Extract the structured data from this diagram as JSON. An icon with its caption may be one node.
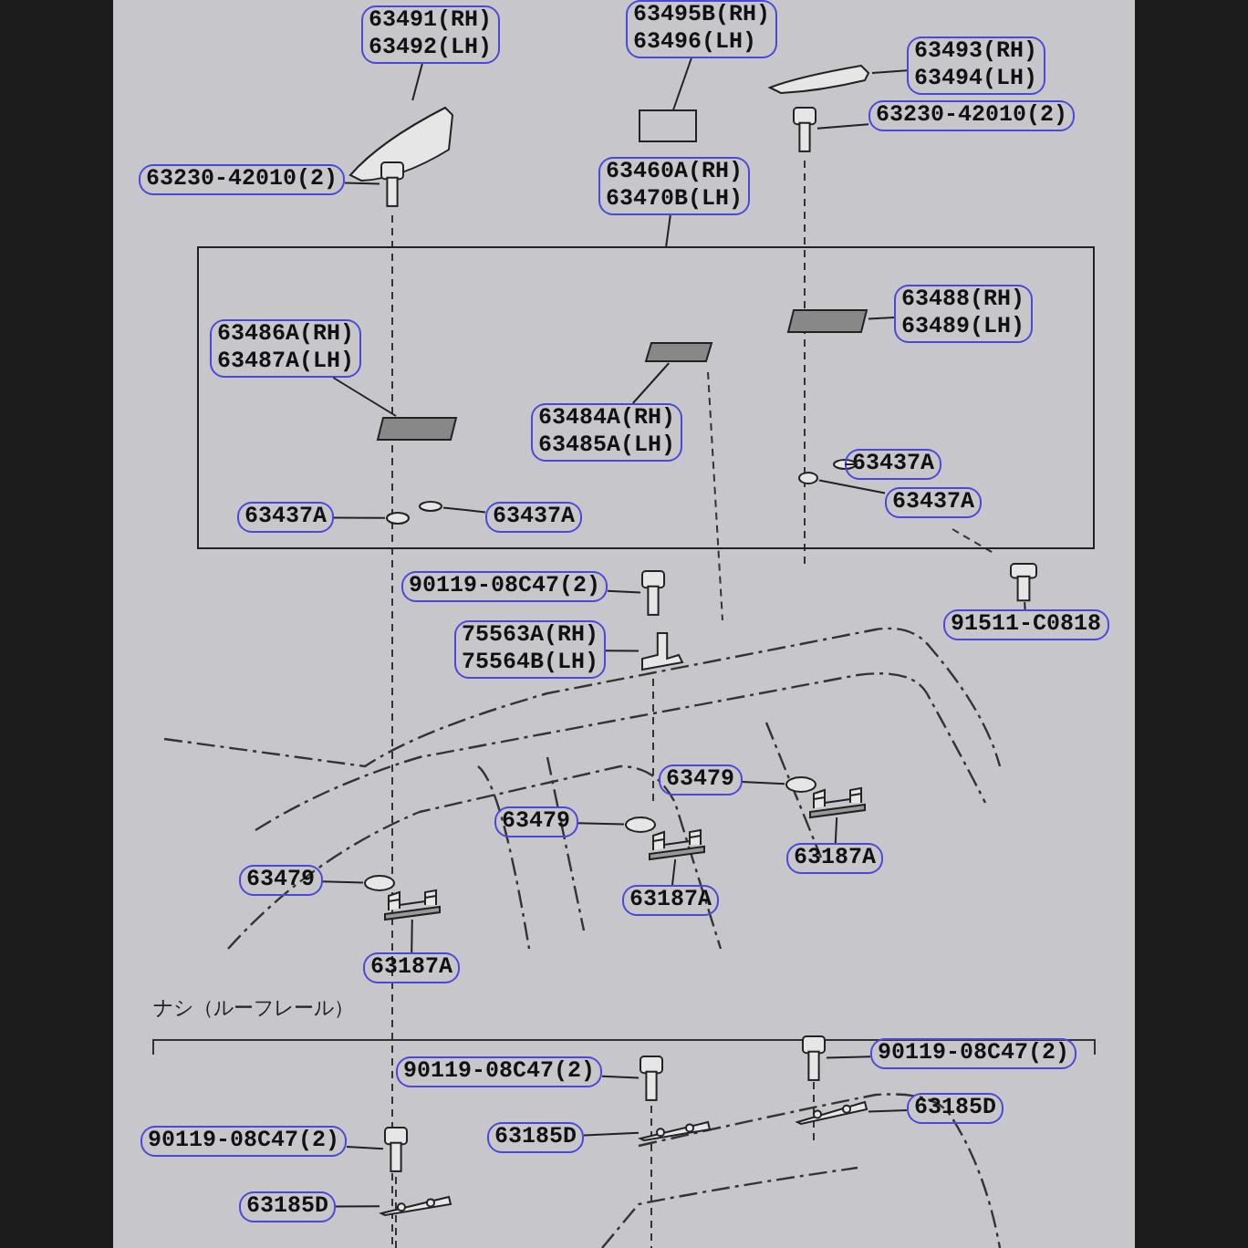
{
  "diagram": {
    "nodes": [
      {
        "text": [
          "63491(RH)",
          "63492(LH)"
        ]
      },
      {
        "text": [],
        "shape": "picture"
      },
      {
        "text": [
          "63495B(RH)",
          "63496(LH)"
        ]
      },
      {
        "text": [],
        "shape": "box"
      },
      {
        "text": [
          "63493(RH)",
          "63494(LH)"
        ]
      },
      {
        "text": [],
        "shape": "picture"
      },
      {
        "text": [
          "63230-42010(2)"
        ]
      },
      {
        "text": [],
        "shape": "picture"
      },
      {
        "text": [
          "63230-42010(2)"
        ]
      },
      {
        "text": [],
        "shape": "picture"
      },
      {
        "text": [
          "63460A(RH)",
          "63470B(LH)"
        ]
      },
      {
        "text": [],
        "shape": "box"
      },
      {
        "text": [
          "63486A(RH)",
          "63487A(LH)"
        ],
        "in": 11
      },
      {
        "text": [],
        "shape": "bar",
        "in": 11
      },
      {
        "text": [
          "63488(RH)",
          "63489(LH)"
        ],
        "in": 11
      },
      {
        "text": [],
        "shape": "bar",
        "in": 11
      },
      {
        "text": [
          "63484A(RH)",
          "63485A(LH)"
        ],
        "in": 11
      },
      {
        "text": [],
        "shape": "bar",
        "in": 11
      },
      {
        "text": [
          "63437A"
        ],
        "in": 11
      },
      {
        "text": [],
        "shape": "circle",
        "in": 11
      },
      {
        "text": [
          "63437A"
        ],
        "in": 11
      },
      {
        "text": [],
        "shape": "circle",
        "in": 11
      },
      {
        "text": [
          "63437A"
        ],
        "in": 11
      },
      {
        "text": [],
        "shape": "circle",
        "in": 11
      },
      {
        "text": [
          "63437A"
        ],
        "in": 11
      },
      {
        "text": [],
        "shape": "circle",
        "in": 11
      },
      {
        "text": [
          "91511-C0818"
        ]
      },
      {
        "text": [],
        "shape": "picture"
      },
      {
        "text": [
          "90119-08C47(2)"
        ]
      },
      {
        "text": [],
        "shape": "picture"
      },
      {
        "text": [
          "75563A(RH)",
          "75564B(LH)"
        ]
      },
      {
        "text": [],
        "shape": "picture"
      },
      {
        "text": [
          "63479"
        ]
      },
      {
        "text": [],
        "shape": "circle"
      },
      {
        "text": [
          "63187A"
        ]
      },
      {
        "text": [],
        "shape": "picture"
      },
      {
        "text": [
          "63479"
        ]
      },
      {
        "text": [],
        "shape": "circle"
      },
      {
        "text": [
          "63187A"
        ]
      },
      {
        "text": [],
        "shape": "picture"
      },
      {
        "text": [
          "63479"
        ]
      },
      {
        "text": [],
        "shape": "circle"
      },
      {
        "text": [
          "63187A"
        ]
      },
      {
        "text": [],
        "shape": "picture"
      },
      {
        "text": [
          "90119-08C47(2)"
        ]
      },
      {
        "text": [],
        "shape": "picture"
      },
      {
        "text": [
          "90119-08C47(2)"
        ]
      },
      {
        "text": [],
        "shape": "picture"
      },
      {
        "text": [
          "63185D"
        ]
      },
      {
        "text": [],
        "shape": "picture"
      },
      {
        "text": [
          "63185D"
        ]
      },
      {
        "text": [],
        "shape": "picture"
      },
      {
        "text": [
          "90119-08C47(2)"
        ]
      },
      {
        "text": [],
        "shape": "picture"
      },
      {
        "text": [
          "63185D"
        ]
      },
      {
        "text": [],
        "shape": "picture"
      }
    ],
    "edges": [
      {
        "from": 0,
        "to": 1,
        "arrow": "none"
      },
      {
        "from": 2,
        "to": 3,
        "arrow": "none"
      },
      {
        "from": 4,
        "to": 5,
        "arrow": "none"
      },
      {
        "from": 6,
        "to": 7,
        "arrow": "none"
      },
      {
        "from": 8,
        "to": 9,
        "arrow": "none"
      },
      {
        "from": 10,
        "to": 11,
        "arrow": "none"
      },
      {
        "from": 12,
        "to": 13,
        "arrow": "none"
      },
      {
        "from": 14,
        "to": 15,
        "arrow": "none"
      },
      {
        "from": 16,
        "to": 17,
        "arrow": "none"
      },
      {
        "from": 18,
        "to": 19,
        "arrow": "none"
      },
      {
        "from": 20,
        "to": 21,
        "arrow": "none"
      },
      {
        "from": 22,
        "to": 23,
        "arrow": "none"
      },
      {
        "from": 24,
        "to": 25,
        "arrow": "none"
      },
      {
        "from": 26,
        "to": 27,
        "arrow": "none"
      },
      {
        "from": 28,
        "to": 29,
        "arrow": "none"
      },
      {
        "from": 30,
        "to": 31,
        "arrow": "none"
      },
      {
        "from": 32,
        "to": 33,
        "arrow": "none"
      },
      {
        "from": 34,
        "to": 35,
        "arrow": "none"
      },
      {
        "from": 36,
        "to": 37,
        "arrow": "none"
      },
      {
        "from": 38,
        "to": 39,
        "arrow": "none"
      },
      {
        "from": 40,
        "to": 41,
        "arrow": "none"
      },
      {
        "from": 42,
        "to": 43,
        "arrow": "none"
      },
      {
        "from": 44,
        "to": 45,
        "arrow": "none"
      },
      {
        "from": 46,
        "to": 47,
        "arrow": "none"
      },
      {
        "from": 48,
        "to": 49,
        "arrow": "none"
      },
      {
        "from": 50,
        "to": 51,
        "arrow": "none"
      },
      {
        "from": 52,
        "to": 53,
        "arrow": "none"
      },
      {
        "from": 54,
        "to": 55,
        "arrow": "none"
      }
    ],
    "labels": [
      "ナシ（ルーフレール）"
    ]
  }
}
